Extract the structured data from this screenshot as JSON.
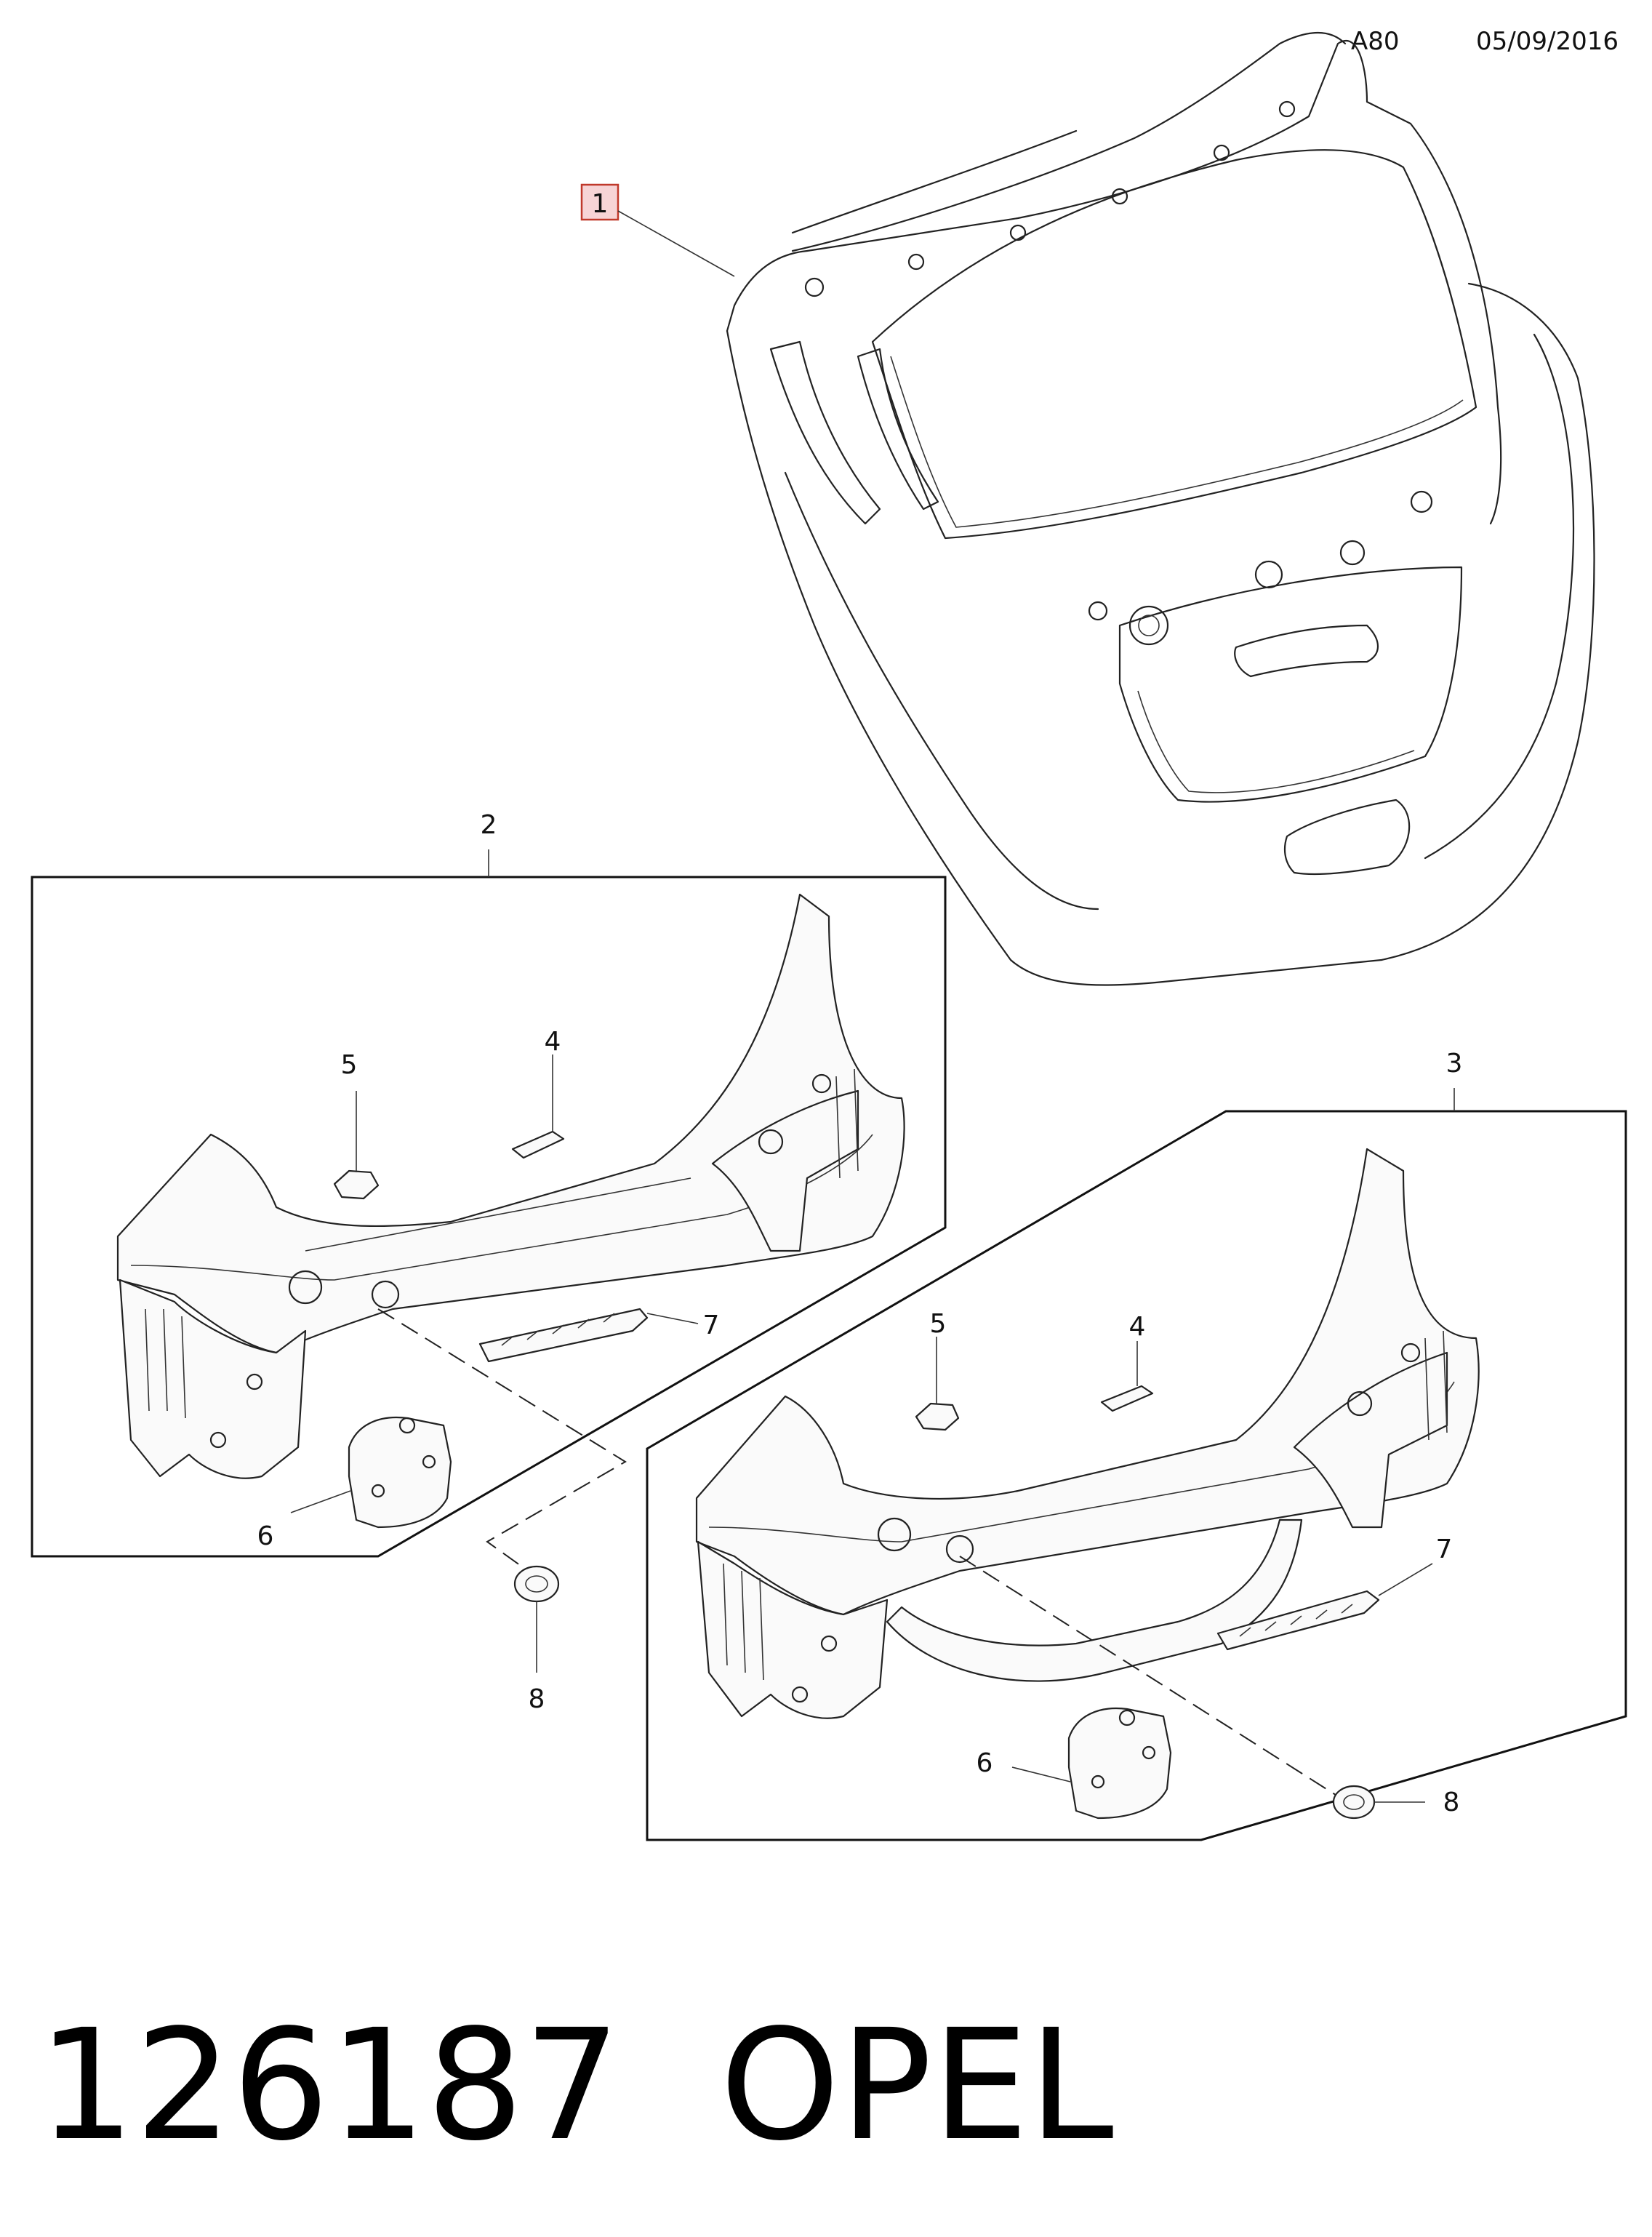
{
  "header": {
    "code": "A80",
    "date": "05/09/2016"
  },
  "footer": {
    "part_number": "126187",
    "brand": "OPEL"
  },
  "callouts": {
    "c1": "1",
    "c2": "2",
    "c3": "3",
    "c4a": "4",
    "c5a": "5",
    "c6a": "6",
    "c7a": "7",
    "c8a": "8",
    "c4b": "4",
    "c5b": "5",
    "c6b": "6",
    "c7b": "7",
    "c8b": "8"
  },
  "colors": {
    "highlight_fill": "#f7d4d6",
    "highlight_stroke": "#c0392b",
    "line": "#222222"
  }
}
